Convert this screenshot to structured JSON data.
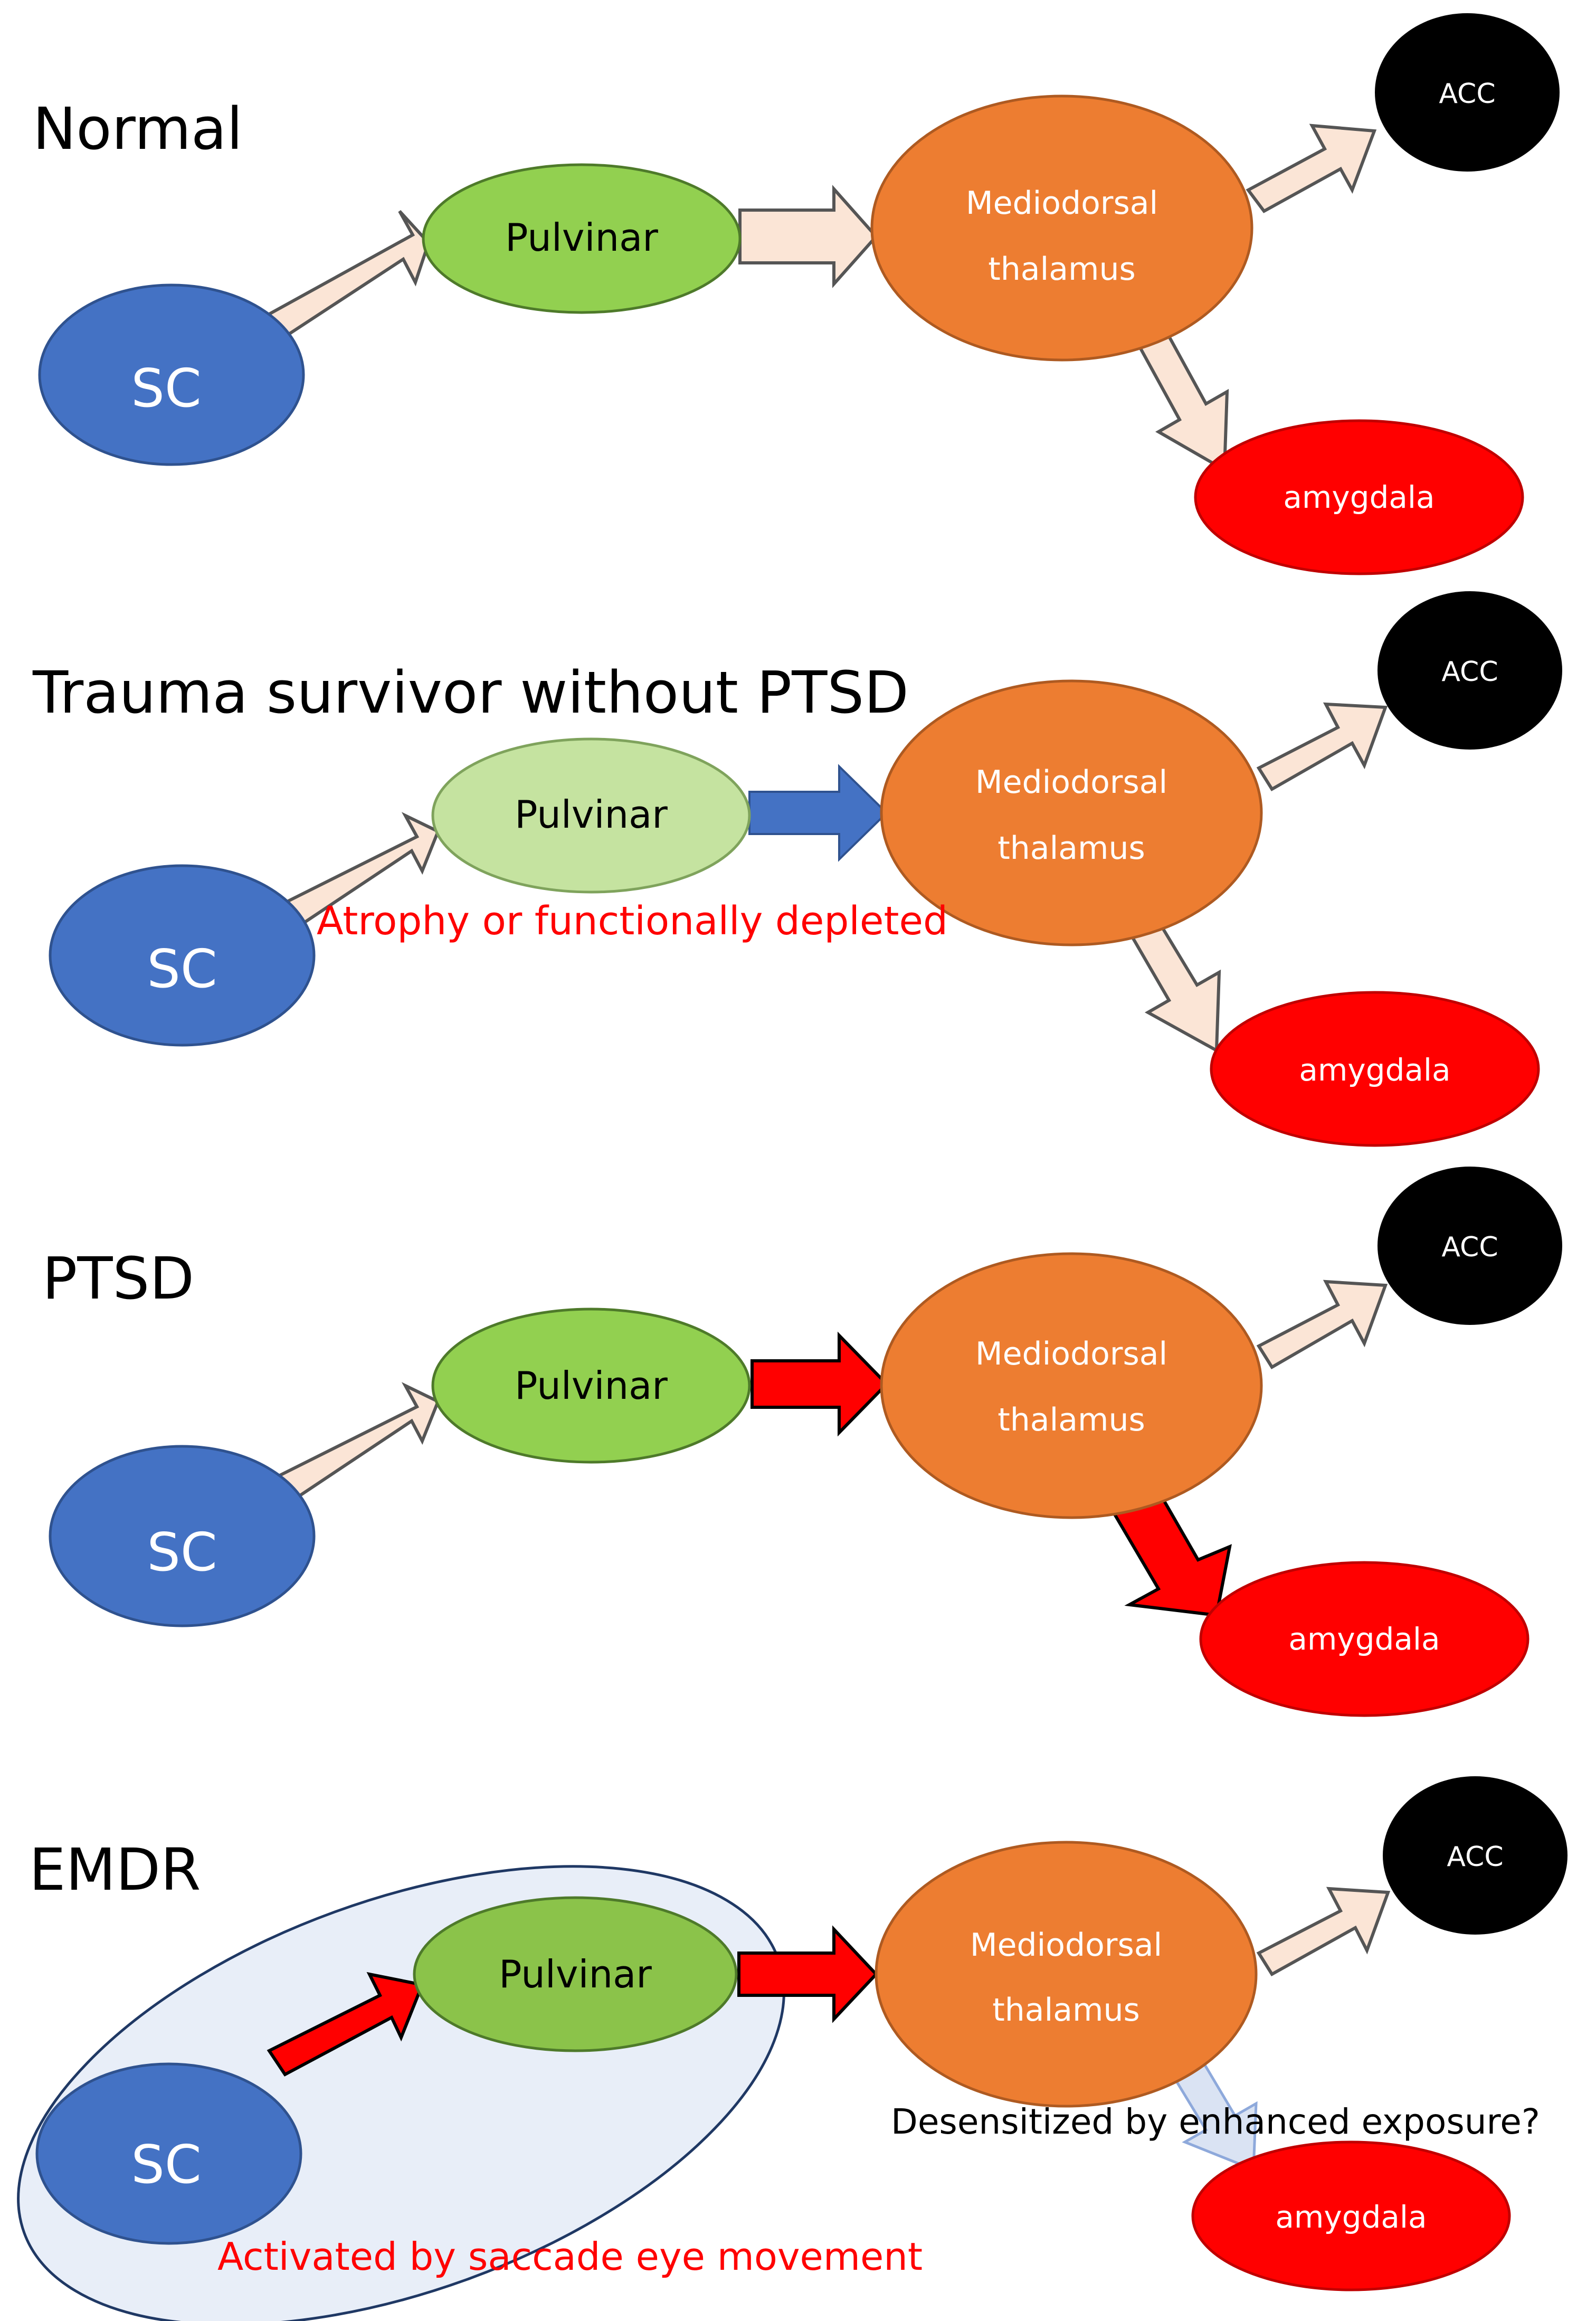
{
  "colors": {
    "sc": "#4472C4",
    "pulvinar": "#92D050",
    "pulvinar_atrophy": "#C5E3A0",
    "pulvinar_emdr": "#8BC34A",
    "mediodorsal": "#ED7D31",
    "acc": "#000000",
    "amygdala": "#FF0000",
    "arrow_normal": "#FBE5D6",
    "arrow_blue": "#4472C4",
    "arrow_red": "#FF0000",
    "arrow_faded": "#DAE3F3",
    "annotation": "#FF0000",
    "emdr_halo": "#E8EEF8"
  },
  "panels": [
    {
      "title": "Normal",
      "nodes": {
        "sc": "SC",
        "pulvinar": "Pulvinar",
        "mediodorsal_1": "Mediodorsal",
        "mediodorsal_2": "thalamus",
        "acc": "ACC",
        "amygdala": "amygdala"
      }
    },
    {
      "title": "Trauma survivor without PTSD",
      "nodes": {
        "sc": "SC",
        "pulvinar": "Pulvinar",
        "mediodorsal_1": "Mediodorsal",
        "mediodorsal_2": "thalamus",
        "acc": "ACC",
        "amygdala": "amygdala"
      },
      "annotation": "Atrophy or functionally depleted"
    },
    {
      "title": "PTSD",
      "nodes": {
        "sc": "SC",
        "pulvinar": "Pulvinar",
        "mediodorsal_1": "Mediodorsal",
        "mediodorsal_2": "thalamus",
        "acc": "ACC",
        "amygdala": "amygdala"
      }
    },
    {
      "title": "EMDR",
      "nodes": {
        "sc": "SC",
        "pulvinar": "Pulvinar",
        "mediodorsal_1": "Mediodorsal",
        "mediodorsal_2": "thalamus",
        "acc": "ACC",
        "amygdala": "amygdala"
      },
      "annotation_top": "Desensitized by enhanced exposure?",
      "annotation_bottom": "Activated by saccade eye movement"
    }
  ]
}
